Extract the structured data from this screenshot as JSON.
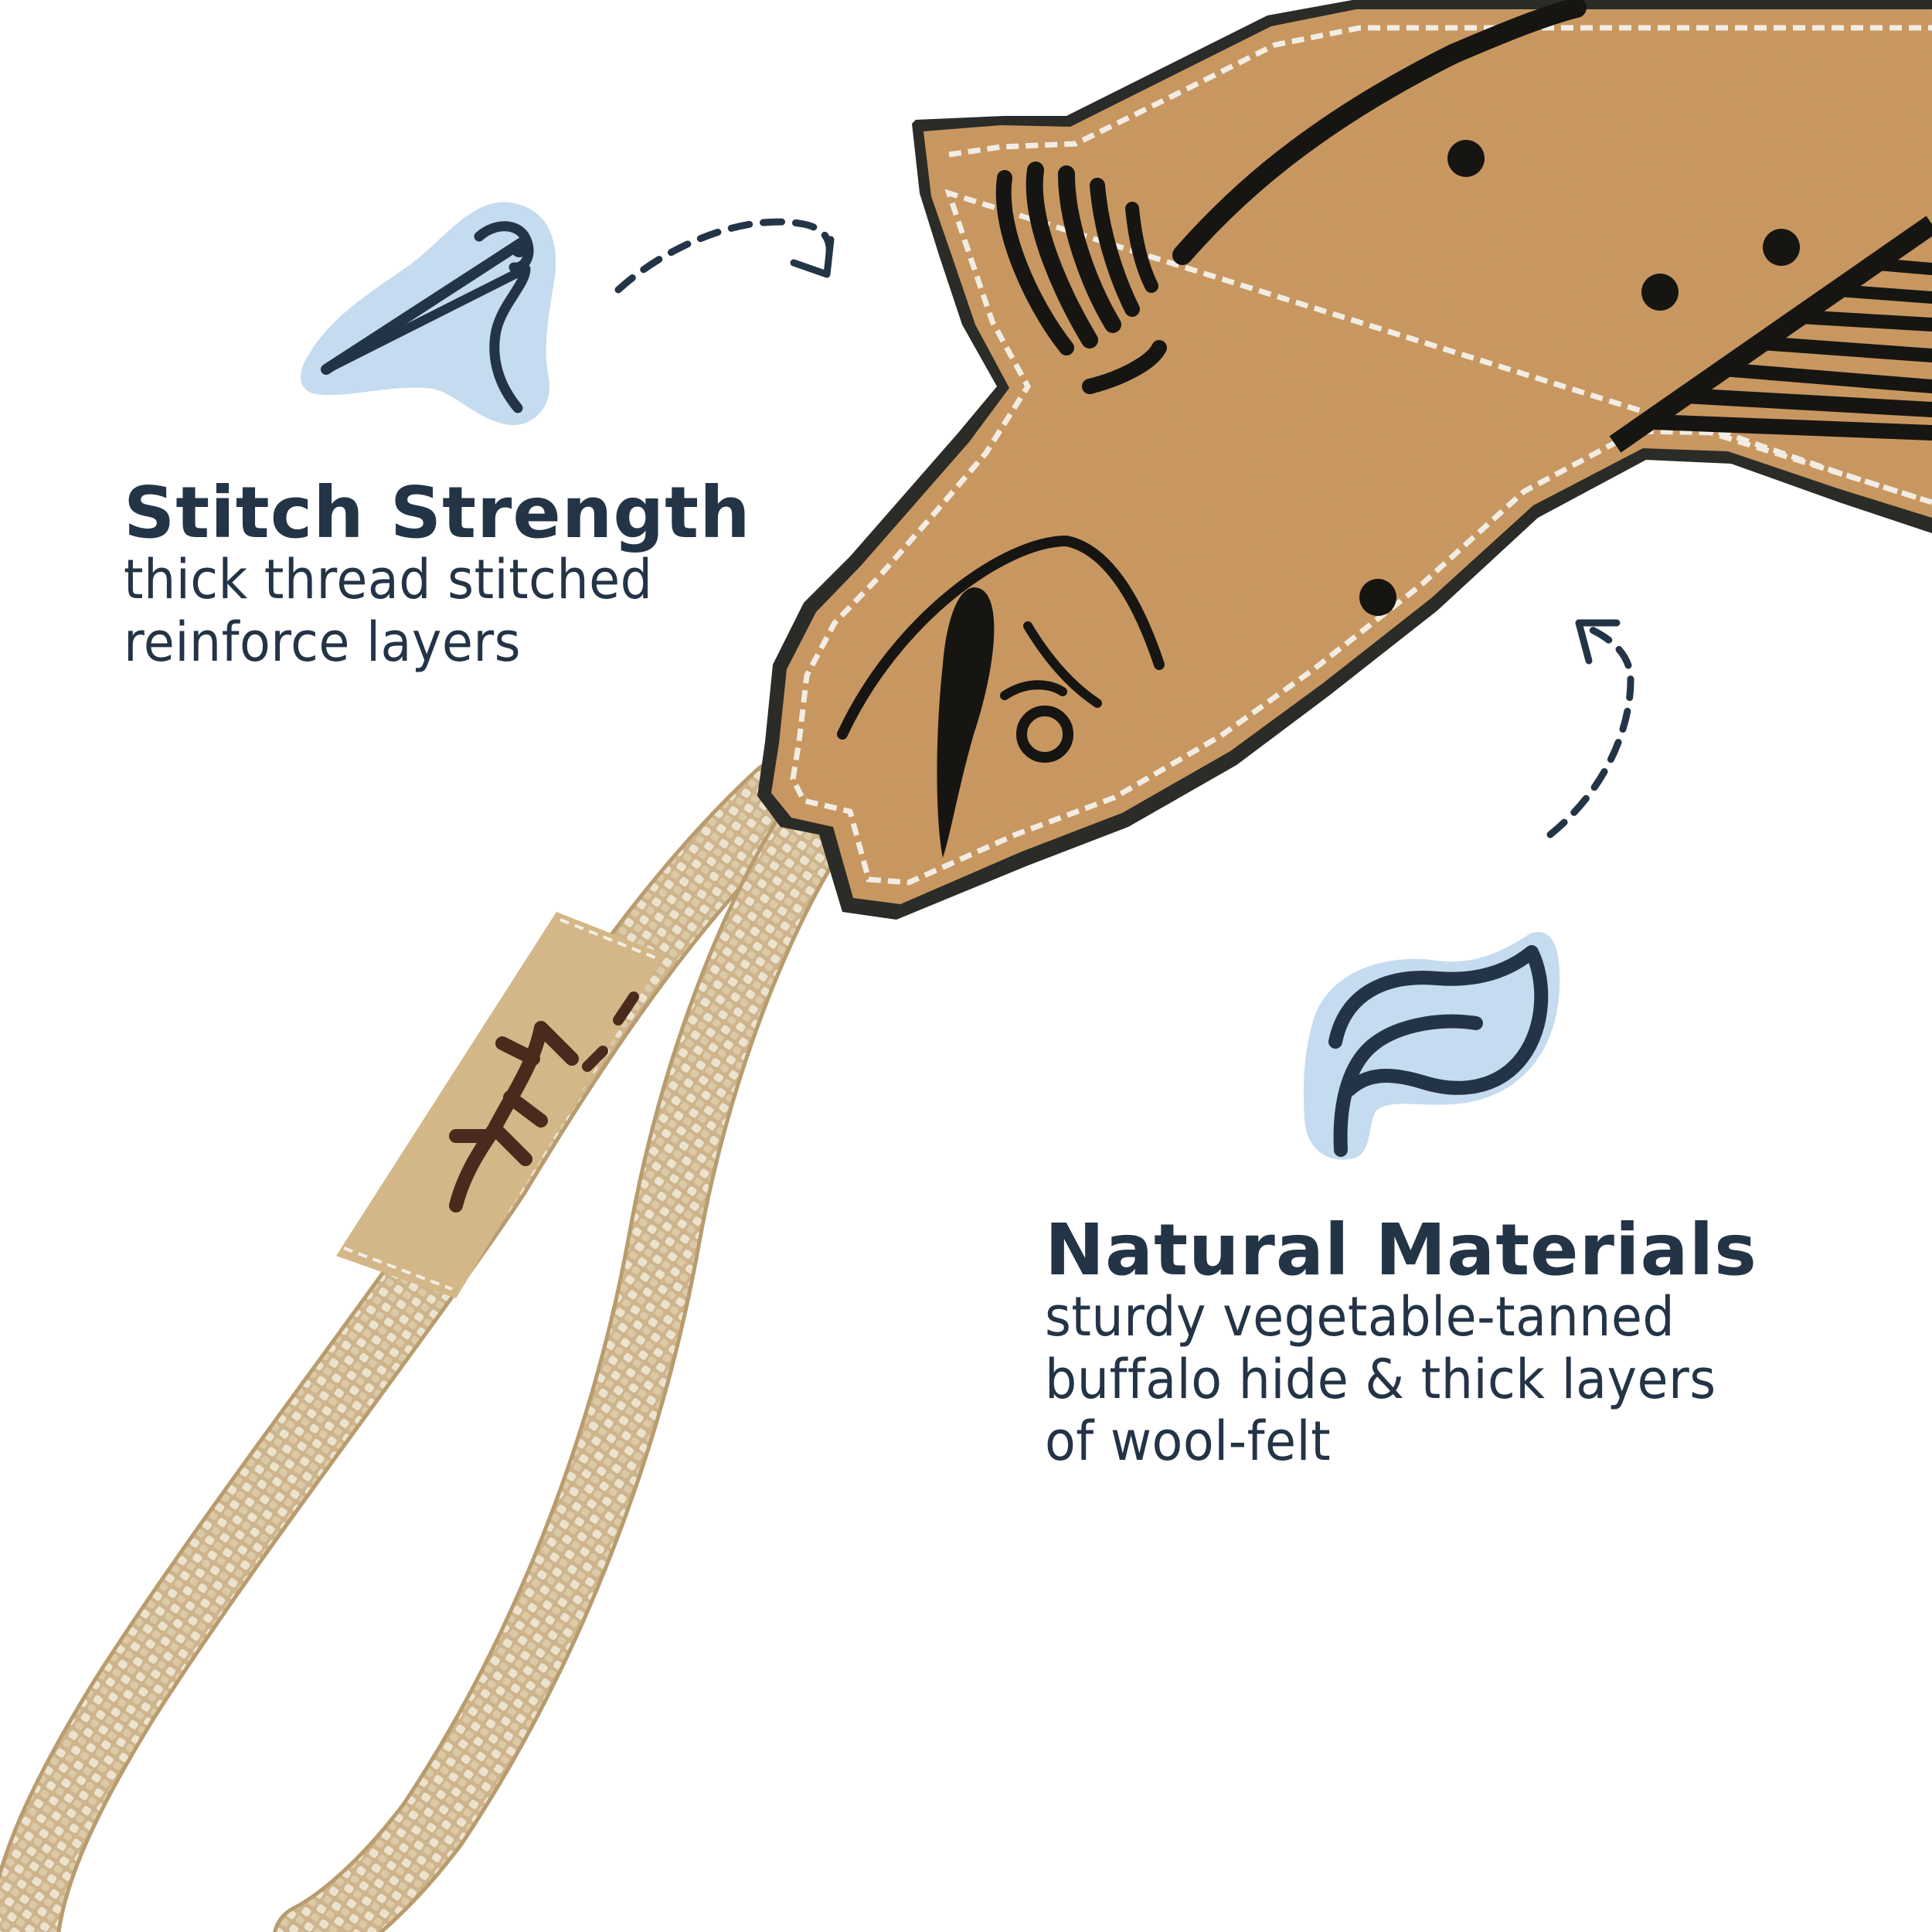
{
  "features": [
    {
      "id": "stitch-strength",
      "icon": "needle-and-thread-icon",
      "title": "Stitch Strength",
      "description_lines": [
        "thick thread stitched",
        "reinforce layers"
      ]
    },
    {
      "id": "natural-materials",
      "icon": "leaf-icon",
      "title": "Natural Materials",
      "description_lines": [
        "sturdy vegetable-tanned",
        "buffalo hide & thick layers",
        "of wool-felt"
      ]
    }
  ],
  "product": {
    "subject": "fish-shaped leather dog toy with rope loop"
  },
  "colors": {
    "text": "#243447",
    "icon_stroke": "#243447",
    "icon_blob": "#c5dbef",
    "leather": "#c9965f",
    "leather_edge": "#2b2b28",
    "ink": "#161512",
    "stitch": "#f2ede4",
    "rope_light": "#e8dcc4",
    "rope_dark": "#cdb48c",
    "sleeve": "#d6b98a",
    "sleeve_print": "#4a2a1c",
    "background": "#ffffff"
  }
}
